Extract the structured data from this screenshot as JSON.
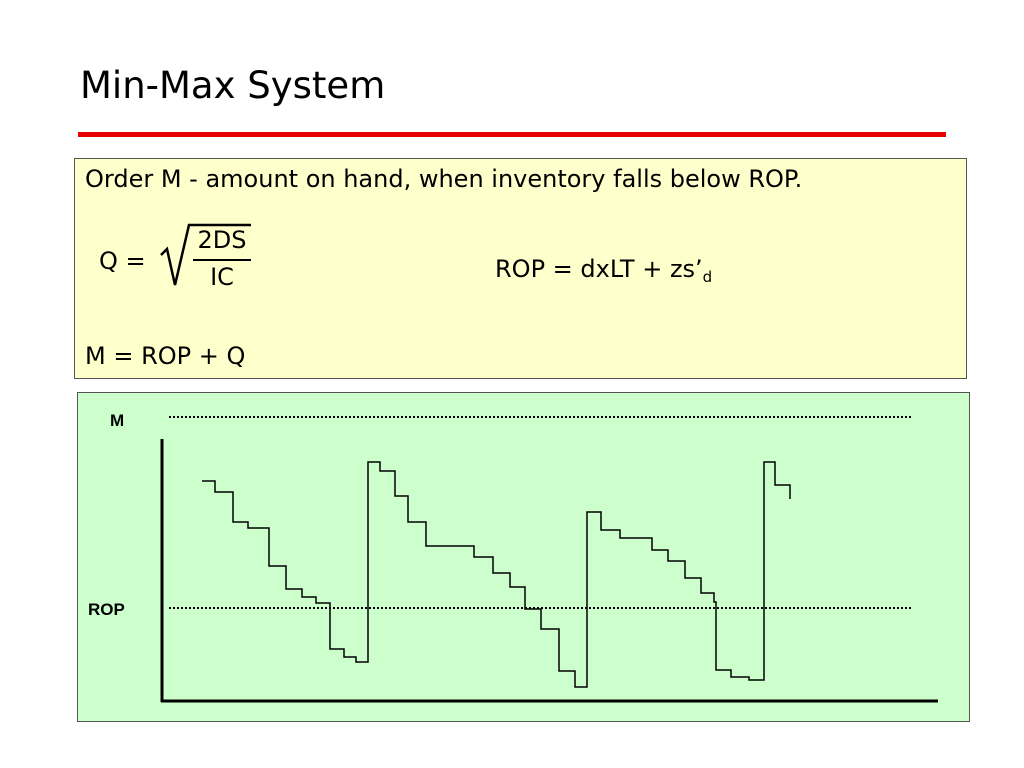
{
  "slide": {
    "title": "Min-Max System",
    "accent_color": "#e60000"
  },
  "definition_box": {
    "background": "#ffffcc",
    "line1": "Order M - amount on hand, when inventory falls below ROP.",
    "q_lhs": "Q =",
    "q_numerator": "2DS",
    "q_denominator": "IC",
    "rop_formula": "ROP = dxLT + zs’",
    "rop_subscript": "d",
    "m_formula": "M = ROP + Q"
  },
  "inventory_chart": {
    "background": "#ccffcc",
    "max_label": "M",
    "rop_label": "ROP"
  }
}
